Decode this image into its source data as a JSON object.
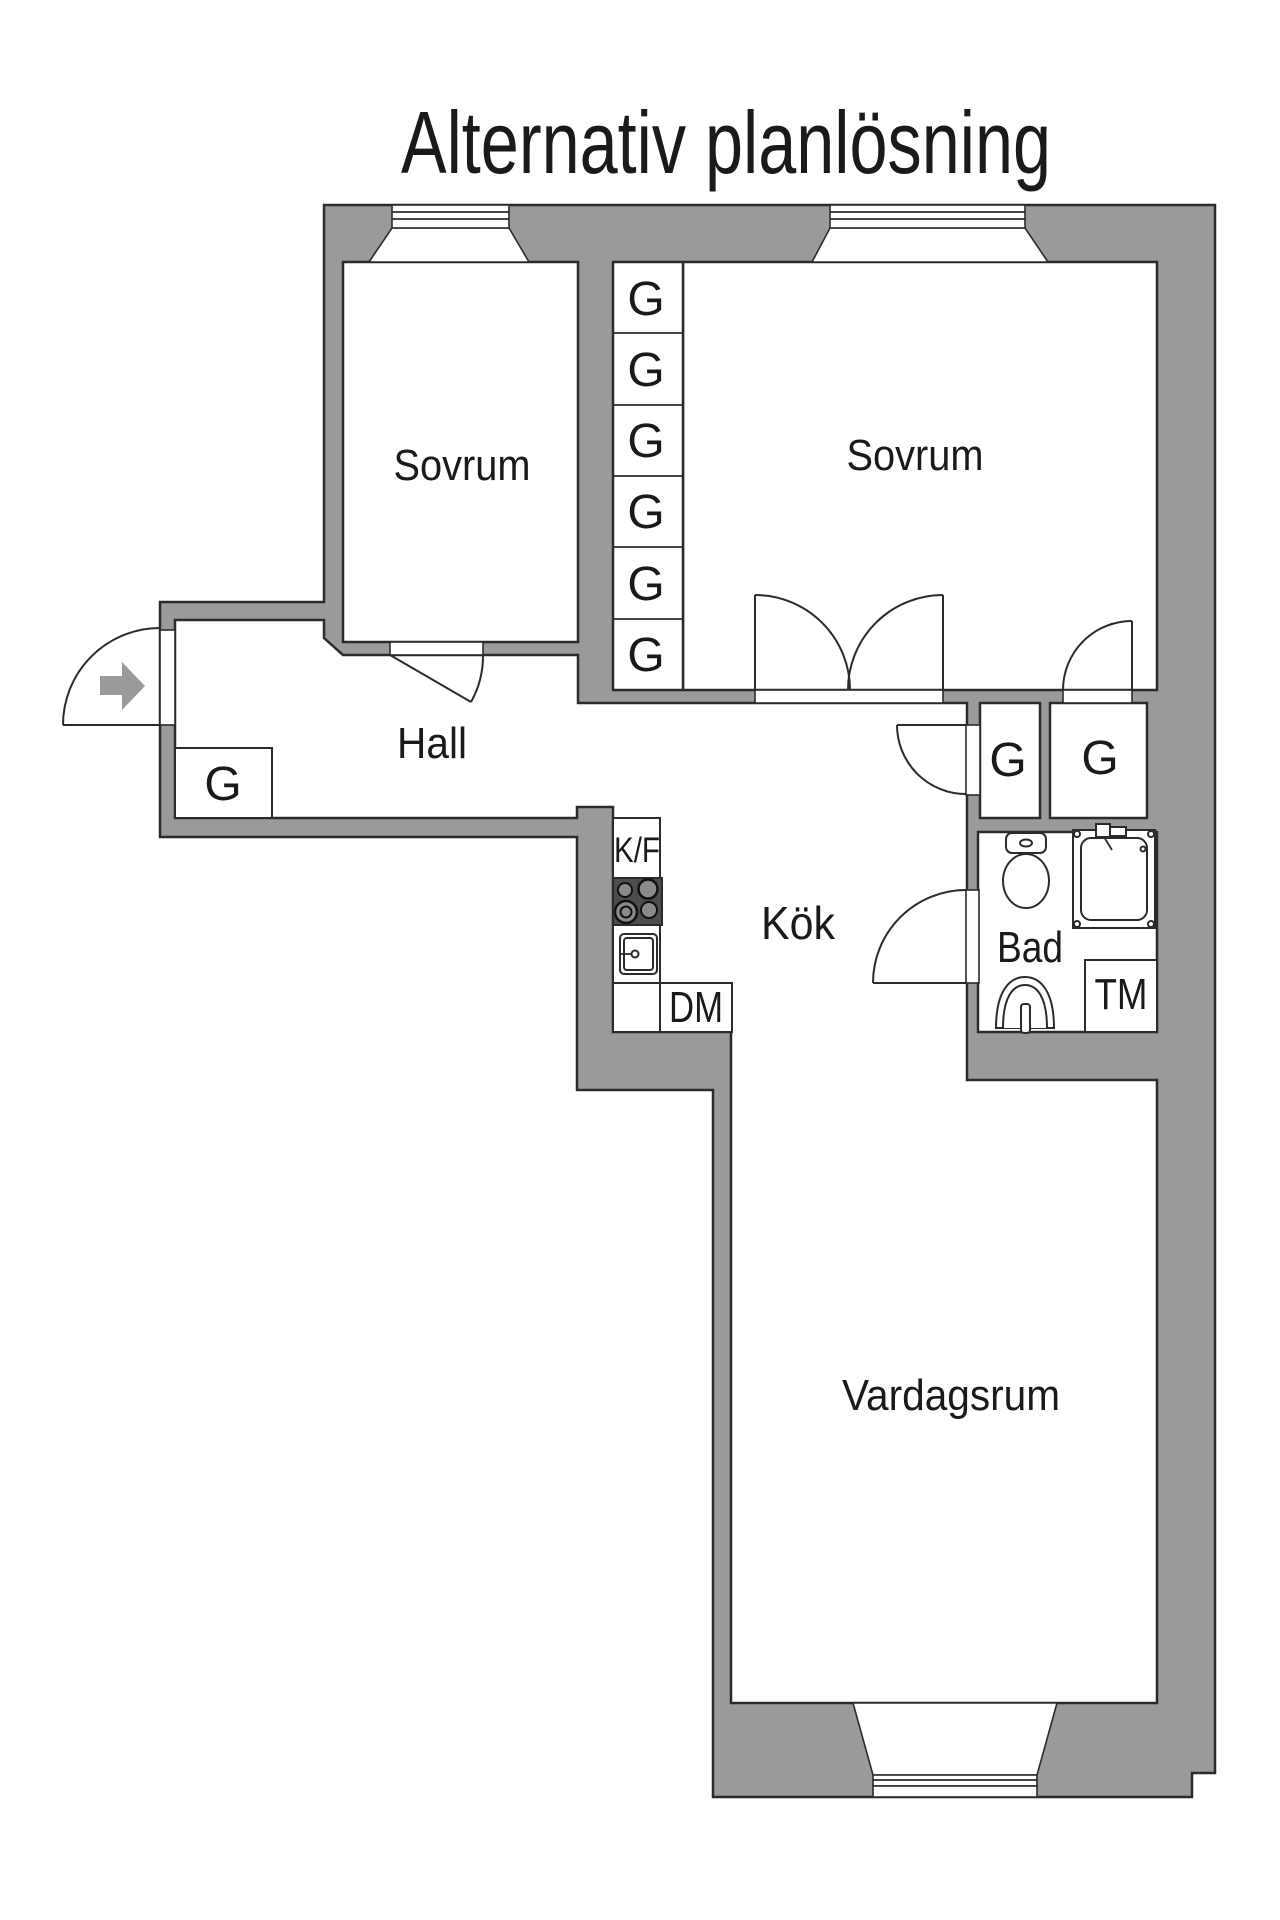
{
  "title": "Alternativ planlösning",
  "floorplan": {
    "rooms": [
      {
        "id": "bedroom-left",
        "label": "Sovrum"
      },
      {
        "id": "bedroom-right",
        "label": "Sovrum"
      },
      {
        "id": "hall",
        "label": "Hall"
      },
      {
        "id": "kitchen",
        "label": "Kök"
      },
      {
        "id": "bathroom",
        "label": "Bad"
      },
      {
        "id": "living-room",
        "label": "Vardagsrum"
      }
    ],
    "wardrobes": {
      "label": "G",
      "count": 9
    },
    "appliances": {
      "fridge_freezer": "K/F",
      "dishwasher": "DM",
      "washing_machine": "TM"
    },
    "colors": {
      "wall": "#9a9a9a",
      "outline": "#2b2b2b",
      "text": "#1a1a1a",
      "stove": "#4d4d4d",
      "background": "#ffffff"
    }
  }
}
